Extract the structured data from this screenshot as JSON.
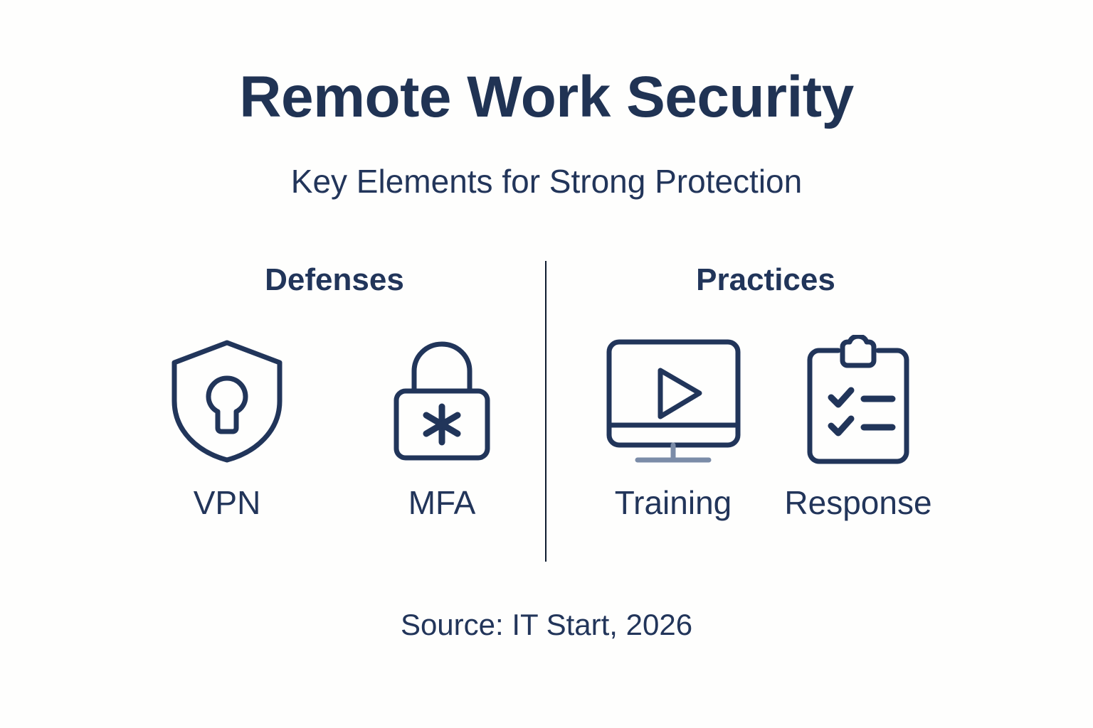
{
  "header": {
    "title": "Remote Work Security",
    "subtitle": "Key Elements for Strong Protection"
  },
  "colors": {
    "navy": "#21355a",
    "navy_dark": "#1b2c4c",
    "stand_gray": "#7b8ca8",
    "background": "#fefefd",
    "divider": "#0f1c30"
  },
  "columns": [
    {
      "heading": "Defenses",
      "items": [
        {
          "label": "VPN",
          "icon": "shield-keyhole-icon"
        },
        {
          "label": "MFA",
          "icon": "padlock-asterisk-icon"
        }
      ]
    },
    {
      "heading": "Practices",
      "items": [
        {
          "label": "Training",
          "icon": "monitor-play-icon"
        },
        {
          "label": "Response",
          "icon": "clipboard-checklist-icon"
        }
      ]
    }
  ],
  "footer": {
    "source": "Source: IT Start, 2026"
  }
}
